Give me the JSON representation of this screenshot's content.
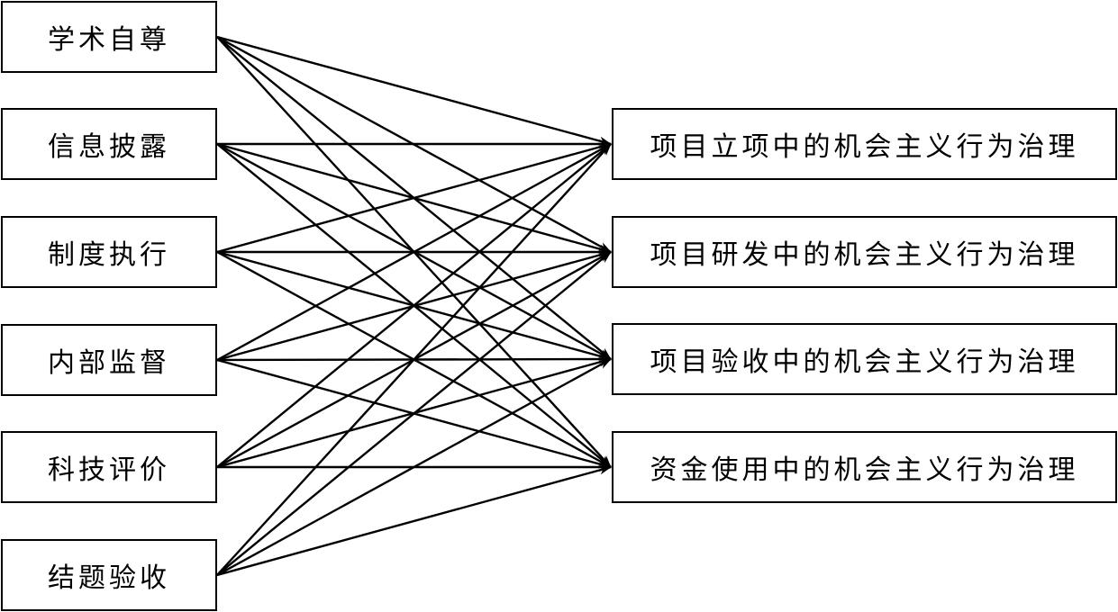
{
  "left_nodes": [
    {
      "id": "L1",
      "label": "学术自尊"
    },
    {
      "id": "L2",
      "label": "信息披露"
    },
    {
      "id": "L3",
      "label": "制度执行"
    },
    {
      "id": "L4",
      "label": "内部监督"
    },
    {
      "id": "L5",
      "label": "科技评价"
    },
    {
      "id": "L6",
      "label": "结题验收"
    }
  ],
  "right_nodes": [
    {
      "id": "R1",
      "label": "项目立项中的机会主义行为治理"
    },
    {
      "id": "R2",
      "label": "项目研发中的机会主义行为治理"
    },
    {
      "id": "R3",
      "label": "项目验收中的机会主义行为治理"
    },
    {
      "id": "R4",
      "label": "资金使用中的机会主义行为治理"
    }
  ],
  "edges": [
    [
      "L1",
      "R1"
    ],
    [
      "L1",
      "R2"
    ],
    [
      "L1",
      "R3"
    ],
    [
      "L1",
      "R4"
    ],
    [
      "L2",
      "R1"
    ],
    [
      "L2",
      "R2"
    ],
    [
      "L2",
      "R3"
    ],
    [
      "L2",
      "R4"
    ],
    [
      "L3",
      "R1"
    ],
    [
      "L3",
      "R2"
    ],
    [
      "L3",
      "R3"
    ],
    [
      "L3",
      "R4"
    ],
    [
      "L4",
      "R1"
    ],
    [
      "L4",
      "R2"
    ],
    [
      "L4",
      "R3"
    ],
    [
      "L4",
      "R4"
    ],
    [
      "L5",
      "R1"
    ],
    [
      "L5",
      "R2"
    ],
    [
      "L5",
      "R3"
    ],
    [
      "L5",
      "R4"
    ],
    [
      "L6",
      "R1"
    ],
    [
      "L6",
      "R2"
    ],
    [
      "L6",
      "R3"
    ],
    [
      "L6",
      "R4"
    ]
  ]
}
